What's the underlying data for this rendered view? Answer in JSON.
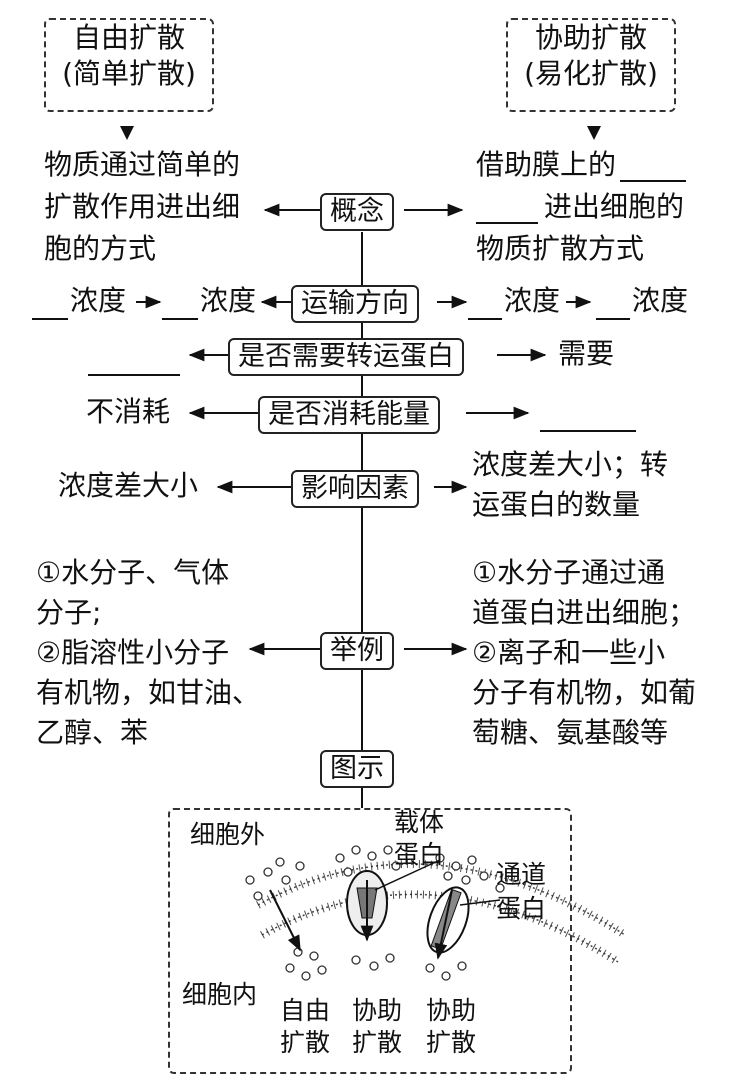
{
  "headers": {
    "left_line1": "自由扩散",
    "left_line2": "(简单扩散)",
    "right_line1": "协助扩散",
    "right_line2": "(易化扩散)"
  },
  "rows": {
    "concept": {
      "label": "概念",
      "left": [
        "物质通过简单的",
        "扩散作用进出细",
        "胞的方式"
      ],
      "right_1": "借助膜上的",
      "right_2": "进出细胞的",
      "right_3": "物质扩散方式"
    },
    "direction": {
      "label": "运输方向",
      "left": "浓度",
      "left2": "浓度",
      "right": "浓度",
      "right2": "浓度"
    },
    "protein": {
      "label": "是否需要转运蛋白",
      "right": "需要"
    },
    "energy": {
      "label": "是否消耗能量",
      "left": "不消耗"
    },
    "factors": {
      "label": "影响因素",
      "left": "浓度差大小",
      "right": [
        "浓度差大小；转",
        "运蛋白的数量"
      ]
    },
    "examples": {
      "label": "举例",
      "left": [
        "①水分子、气体",
        "分子;",
        "②脂溶性小分子",
        "有机物，如甘油、",
        "乙醇、苯"
      ],
      "right": [
        "①水分子通过通",
        "道蛋白进出细胞；",
        "②离子和一些小",
        "分子有机物，如葡",
        "萄糖、氨基酸等"
      ]
    },
    "diagram_label": "图示"
  },
  "illustration": {
    "outside": "细胞外",
    "inside": "细胞内",
    "carrier": [
      "载体",
      "蛋白"
    ],
    "channel": [
      "通道",
      "蛋白"
    ],
    "bottom": [
      [
        "自由",
        "扩散"
      ],
      [
        "协助",
        "扩散"
      ],
      [
        "协助",
        "扩散"
      ]
    ]
  }
}
